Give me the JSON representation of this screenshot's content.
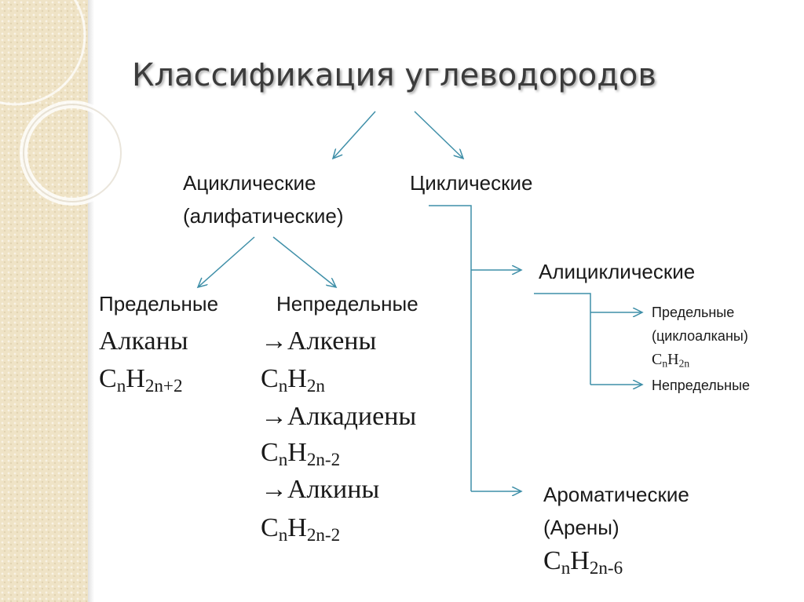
{
  "title": "Классификация углеводородов",
  "colors": {
    "arrow": "#3f8fa8",
    "band": "#efe3c6",
    "title": "#3b3b3b"
  },
  "nodes": {
    "acyclic_1": "Ациклические",
    "acyclic_2": "(алифатические)",
    "cyclic": "Циклические",
    "saturated": "Предельные",
    "unsaturated": "Непредельные",
    "alkanes": "Алканы",
    "alkanes_formula": {
      "c": "C",
      "c_sub": "n",
      "h": "H",
      "h_sub": "2n+2"
    },
    "alkenes": "→Алкены",
    "alkenes_formula": {
      "c": "C",
      "c_sub": "n",
      "h": "H",
      "h_sub": "2n"
    },
    "alkadienes": "→Алкадиены",
    "alkadienes_formula": {
      "c": "C",
      "c_sub": "n",
      "h": "H",
      "h_sub": "2n-2"
    },
    "alkynes": "→Алкины",
    "alkynes_formula": {
      "c": "C",
      "c_sub": "n",
      "h": "H",
      "h_sub": "2n-2"
    },
    "alicyclic": "Алициклические",
    "ali_saturated": "Предельные",
    "cycloalkanes": "(циклоалканы)",
    "cycloalkanes_formula": {
      "c": "C",
      "c_sub": "n",
      "h": "H",
      "h_sub": "2n"
    },
    "ali_unsaturated": "Непредельные",
    "aromatic": "Ароматические",
    "arenes": "(Арены)",
    "arenes_formula": {
      "c": "C",
      "c_sub": "n",
      "h": "H",
      "h_sub": "2n-6"
    }
  }
}
